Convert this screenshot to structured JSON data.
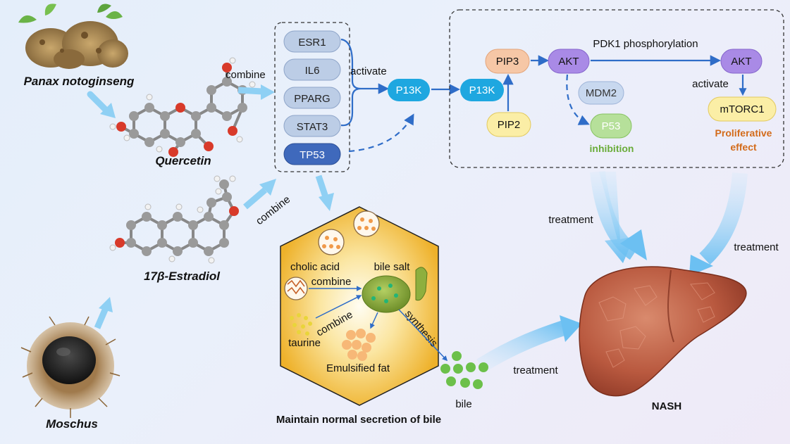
{
  "sources": {
    "panax": "Panax notoginseng",
    "moschus": "Moschus"
  },
  "compounds": {
    "quercetin": "Quercetin",
    "estradiol": "17β-Estradiol"
  },
  "targets": [
    "ESR1",
    "IL6",
    "PPARG",
    "STAT3",
    "TP53"
  ],
  "labels": {
    "combine": "combine",
    "activate": "activate",
    "treatment": "treatment",
    "pdk1": "PDK1 phosphorylation",
    "inhibition": "inhibition",
    "proliferative_line1": "Proliferative",
    "proliferative_line2": "effect",
    "synthesis": "synthesis"
  },
  "pathway": {
    "p13k_a": "P13K",
    "p13k_b": "P13K",
    "pip3": "PIP3",
    "pip2": "PIP2",
    "akt1": "AKT",
    "akt2": "AKT",
    "mdm2": "MDM2",
    "p53": "P53",
    "mtorc1": "mTORC1"
  },
  "bile_panel": {
    "cholic_acid": "cholic acid",
    "bile_salt": "bile salt",
    "taurine": "taurine",
    "emulsified_fat": "Emulsified fat",
    "bile": "bile",
    "caption": "Maintain normal secretion of bile"
  },
  "outcome": "NASH",
  "colors": {
    "arrow_blue": "#2f6dc8",
    "pill_grey": "#bccde6",
    "pill_dark": "#3f69bc",
    "p13k": "#1ea7e0",
    "akt": "#a98ae6",
    "pip3": "#f6c7a6",
    "pip2": "#fbeea6",
    "mdm2": "#c8d8ef",
    "p53": "#b6e09a",
    "inhibition_text": "#6aac3a",
    "proliferative_text": "#d36b1a",
    "hexagon": "#f0b82c",
    "liver": "#b2553b"
  }
}
